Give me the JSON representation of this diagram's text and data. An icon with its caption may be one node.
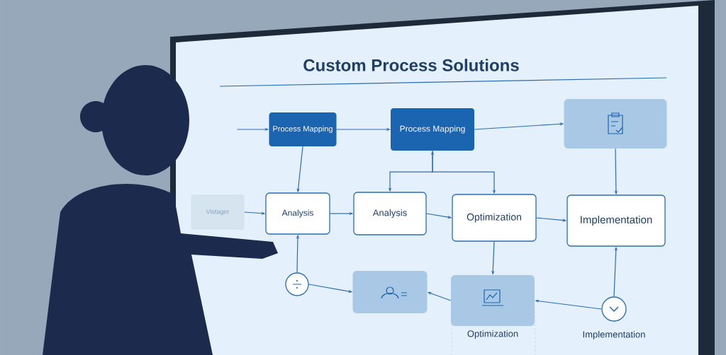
{
  "diagram": {
    "title": "Custom Process Solutions",
    "nodes": [
      {
        "text": [
          "Process Mapping"
        ]
      },
      {
        "text": [
          "Process Mapping"
        ]
      },
      {
        "text": [],
        "shape": "box"
      },
      {
        "text": [
          "Vistager"
        ]
      },
      {
        "text": [
          "Analysis"
        ]
      },
      {
        "text": [
          "Analysis"
        ]
      },
      {
        "text": [
          "Optimization"
        ]
      },
      {
        "text": [
          "Implementation"
        ]
      },
      {
        "text": [],
        "shape": "circle"
      },
      {
        "text": [],
        "shape": "box"
      },
      {
        "text": [],
        "shape": "box",
        "beside": [
          "Optimization"
        ]
      },
      {
        "text": [],
        "shape": "circle",
        "beside": [
          "Implementation"
        ]
      }
    ],
    "edges": [
      {
        "from": null,
        "to": 0,
        "arrow": "to"
      },
      {
        "from": 0,
        "to": 1,
        "arrow": "to"
      },
      {
        "from": 1,
        "to": 2,
        "arrow": "to"
      },
      {
        "from": 0,
        "to": 4,
        "arrow": "to"
      },
      {
        "from": 3,
        "to": 4,
        "arrow": "to"
      },
      {
        "from": 4,
        "to": 5,
        "arrow": "to"
      },
      {
        "from": 1,
        "to": 5,
        "arrow": "to"
      },
      {
        "from": 1,
        "to": 6,
        "arrow": "both"
      },
      {
        "from": 5,
        "to": 6,
        "arrow": "to"
      },
      {
        "from": 6,
        "to": 7,
        "arrow": "to"
      },
      {
        "from": 2,
        "to": 7,
        "arrow": "to"
      },
      {
        "from": 8,
        "to": 4,
        "arrow": "to"
      },
      {
        "from": 8,
        "to": 9,
        "arrow": "to"
      },
      {
        "from": 6,
        "to": 10,
        "arrow": "to"
      },
      {
        "from": 10,
        "to": 9,
        "arrow": "to"
      },
      {
        "from": 11,
        "to": 10,
        "arrow": "to"
      },
      {
        "from": 11,
        "to": 7,
        "arrow": "to"
      }
    ]
  }
}
